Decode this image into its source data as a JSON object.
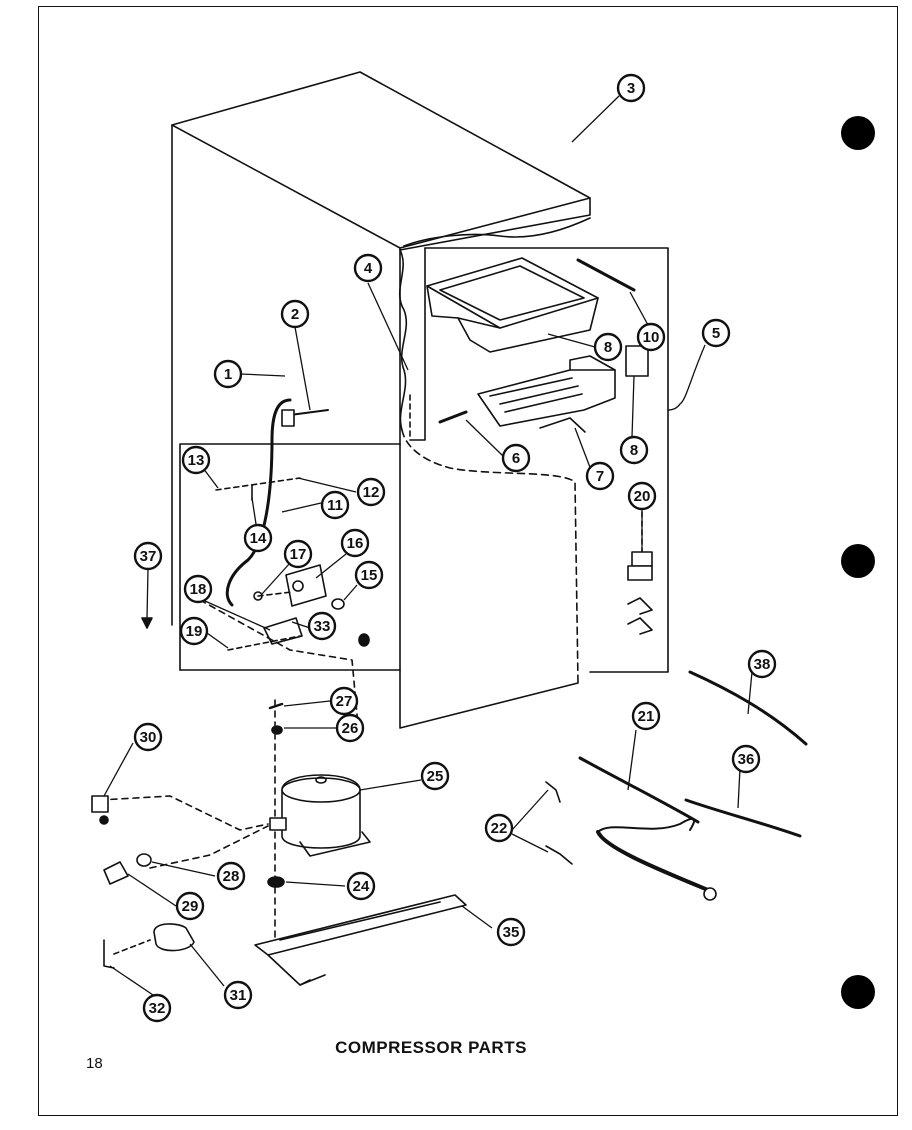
{
  "caption": "COMPRESSOR PARTS",
  "page_number": "18",
  "callouts": [
    {
      "id": "c1",
      "label": "1"
    },
    {
      "id": "c2",
      "label": "2"
    },
    {
      "id": "c3",
      "label": "3"
    },
    {
      "id": "c4",
      "label": "4"
    },
    {
      "id": "c5",
      "label": "5"
    },
    {
      "id": "c6",
      "label": "6"
    },
    {
      "id": "c7",
      "label": "7"
    },
    {
      "id": "c8a",
      "label": "8"
    },
    {
      "id": "c8b",
      "label": "8"
    },
    {
      "id": "c10",
      "label": "10"
    },
    {
      "id": "c11",
      "label": "11"
    },
    {
      "id": "c12",
      "label": "12"
    },
    {
      "id": "c13",
      "label": "13"
    },
    {
      "id": "c14",
      "label": "14"
    },
    {
      "id": "c15",
      "label": "15"
    },
    {
      "id": "c16",
      "label": "16"
    },
    {
      "id": "c17",
      "label": "17"
    },
    {
      "id": "c18",
      "label": "18"
    },
    {
      "id": "c19",
      "label": "19"
    },
    {
      "id": "c20",
      "label": "20"
    },
    {
      "id": "c21",
      "label": "21"
    },
    {
      "id": "c22",
      "label": "22"
    },
    {
      "id": "c24",
      "label": "24"
    },
    {
      "id": "c25",
      "label": "25"
    },
    {
      "id": "c26",
      "label": "26"
    },
    {
      "id": "c27",
      "label": "27"
    },
    {
      "id": "c28",
      "label": "28"
    },
    {
      "id": "c29",
      "label": "29"
    },
    {
      "id": "c30",
      "label": "30"
    },
    {
      "id": "c31",
      "label": "31"
    },
    {
      "id": "c32",
      "label": "32"
    },
    {
      "id": "c33",
      "label": "33"
    },
    {
      "id": "c35",
      "label": "35"
    },
    {
      "id": "c36",
      "label": "36"
    },
    {
      "id": "c37",
      "label": "37"
    },
    {
      "id": "c38",
      "label": "38"
    }
  ]
}
